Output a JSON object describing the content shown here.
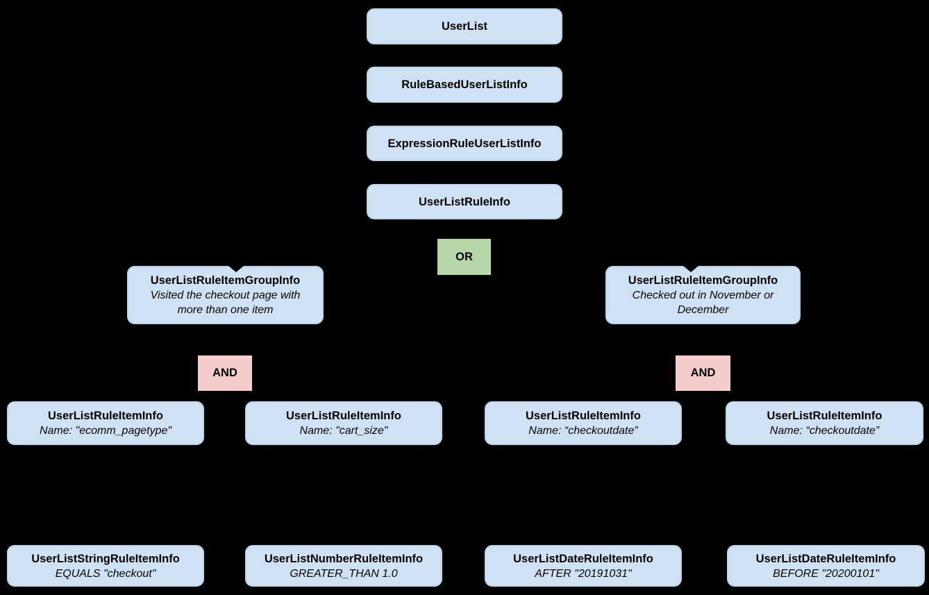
{
  "diagram": {
    "background_color": "#000000",
    "colors": {
      "class_box_fill": "#cfe2f3",
      "class_box_border": "#bdd4ea",
      "or_operator_fill": "#b6d7a8",
      "and_operator_fill": "#f4cccc",
      "text": "#000000"
    },
    "nodes": {
      "userlist": {
        "title": "UserList"
      },
      "rule_based": {
        "title": "RuleBasedUserListInfo"
      },
      "expression_rule": {
        "title": "ExpressionRuleUserListInfo"
      },
      "userlist_rule": {
        "title": "UserListRuleInfo"
      },
      "or_operator": {
        "label": "OR"
      },
      "group_left": {
        "title": "UserListRuleItemGroupInfo",
        "desc": "Visited the checkout page with more than one item"
      },
      "group_right": {
        "title": "UserListRuleItemGroupInfo",
        "desc": "Checked out in November or December"
      },
      "and_left": {
        "label": "AND"
      },
      "and_right": {
        "label": "AND"
      },
      "item1": {
        "title": "UserListRuleItemInfo",
        "desc": "Name: \"ecomm_pagetype\""
      },
      "item2": {
        "title": "UserListRuleItemInfo",
        "desc": "Name: \"cart_size\""
      },
      "item3": {
        "title": "UserListRuleItemInfo",
        "desc": "Name: “checkoutdate”"
      },
      "item4": {
        "title": "UserListRuleItemInfo",
        "desc": "Name: “checkoutdate”"
      },
      "leaf1": {
        "title": "UserListStringRuleItemInfo",
        "desc": "EQUALS \"checkout\""
      },
      "leaf2": {
        "title": "UserListNumberRuleItemInfo",
        "desc": "GREATER_THAN 1.0"
      },
      "leaf3": {
        "title": "UserListDateRuleItemInfo",
        "desc": "AFTER \"20191031\""
      },
      "leaf4": {
        "title": "UserListDateRuleItemInfo",
        "desc": "BEFORE \"20200101\""
      }
    }
  }
}
